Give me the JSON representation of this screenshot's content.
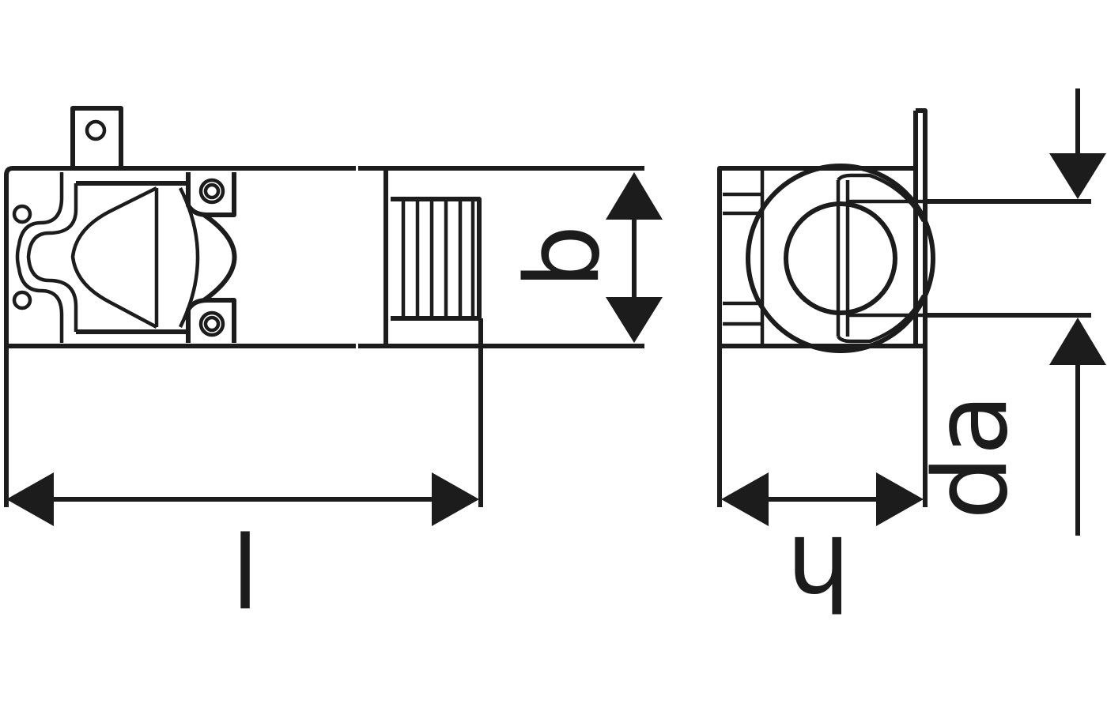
{
  "labels": {
    "length": "l",
    "width": "b",
    "height": "h",
    "pipe_diameter": "da"
  },
  "colors": {
    "line": "#1c1c1c",
    "background": "#ffffff"
  }
}
